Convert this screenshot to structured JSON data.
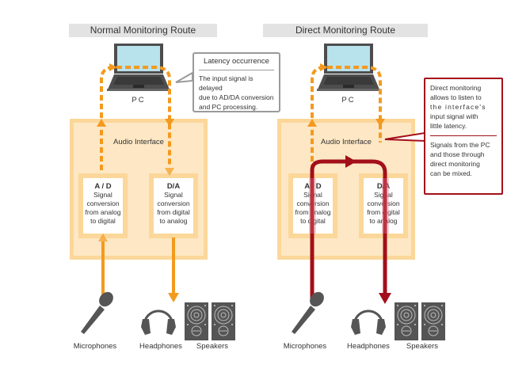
{
  "colors": {
    "orange": "#f39a1e",
    "dark_red": "#a30f19",
    "interface_fill": "#fde7c4",
    "interface_border": "#fbd79a",
    "header_bg": "#e3e3e3",
    "device_gray": "#4d4d4d",
    "screen": "#b8e2ec"
  },
  "left": {
    "title": "Normal Monitoring Route",
    "pc_label": "PC",
    "interface_title": "Audio Interface",
    "ad": {
      "heading": "A / D",
      "lines": [
        "Signal",
        "conversion",
        "from analog",
        "to digital"
      ]
    },
    "da": {
      "heading": "D/A",
      "lines": [
        "Signal",
        "conversion",
        "from digital",
        "to analog"
      ]
    },
    "callout": {
      "title": "Latency occurrence",
      "lines": [
        "The input signal is delayed",
        "due to AD/DA conversion",
        "and PC processing."
      ]
    },
    "devices": {
      "microphones": "Microphones",
      "headphones": "Headphones",
      "speakers": "Speakers"
    }
  },
  "right": {
    "title": "Direct Monitoring Route",
    "pc_label": "PC",
    "interface_title": "Audio Interface",
    "ad": {
      "heading": "A / D",
      "lines": [
        "Signal",
        "conversion",
        "from analog",
        "to digital"
      ]
    },
    "da": {
      "heading": "D/A",
      "lines": [
        "Signal",
        "conversion",
        "from digital",
        "to analog"
      ]
    },
    "callout": {
      "para1": [
        "Direct monitoring",
        "allows to listen to",
        "the interface's",
        "input signal with",
        "little latency."
      ],
      "para2": [
        "Signals from the PC",
        "and those through",
        "direct monitoring",
        "can be mixed."
      ]
    },
    "devices": {
      "microphones": "Microphones",
      "headphones": "Headphones",
      "speakers": "Speakers"
    }
  }
}
